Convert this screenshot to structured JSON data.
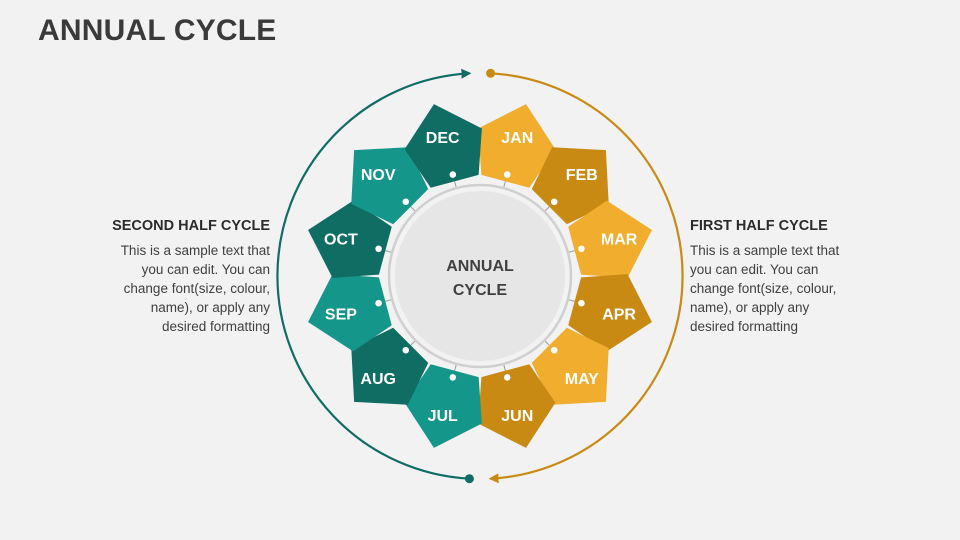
{
  "title": "ANNUAL CYCLE",
  "center": {
    "line1": "ANNUAL",
    "line2": "CYCLE"
  },
  "left_block": {
    "heading": "SECOND HALF CYCLE",
    "lines": [
      "This is a sample text that",
      "you can edit. You can",
      "change font(size, colour,",
      "name), or apply any",
      "desired formatting"
    ]
  },
  "right_block": {
    "heading": "FIRST HALF CYCLE",
    "lines": [
      "This is a sample text that",
      "you can edit. You can",
      "change font(size, colour,",
      "name), or apply any",
      "desired formatting"
    ]
  },
  "months": [
    {
      "label": "JAN",
      "color": "#f0ad2e"
    },
    {
      "label": "FEB",
      "color": "#c98a14"
    },
    {
      "label": "MAR",
      "color": "#f0ad2e"
    },
    {
      "label": "APR",
      "color": "#c98a14"
    },
    {
      "label": "MAY",
      "color": "#f0ad2e"
    },
    {
      "label": "JUN",
      "color": "#c98a14"
    },
    {
      "label": "JUL",
      "color": "#15968a"
    },
    {
      "label": "AUG",
      "color": "#0f6d64"
    },
    {
      "label": "SEP",
      "color": "#15968a"
    },
    {
      "label": "OCT",
      "color": "#0f6d64"
    },
    {
      "label": "NOV",
      "color": "#15968a"
    },
    {
      "label": "DEC",
      "color": "#0f6d64"
    }
  ],
  "colors": {
    "first_half_arc": "#c98a14",
    "second_half_arc": "#0f6d64",
    "hub_fill": "#e6e6e6",
    "hub_ring": "#cfcfcf"
  }
}
